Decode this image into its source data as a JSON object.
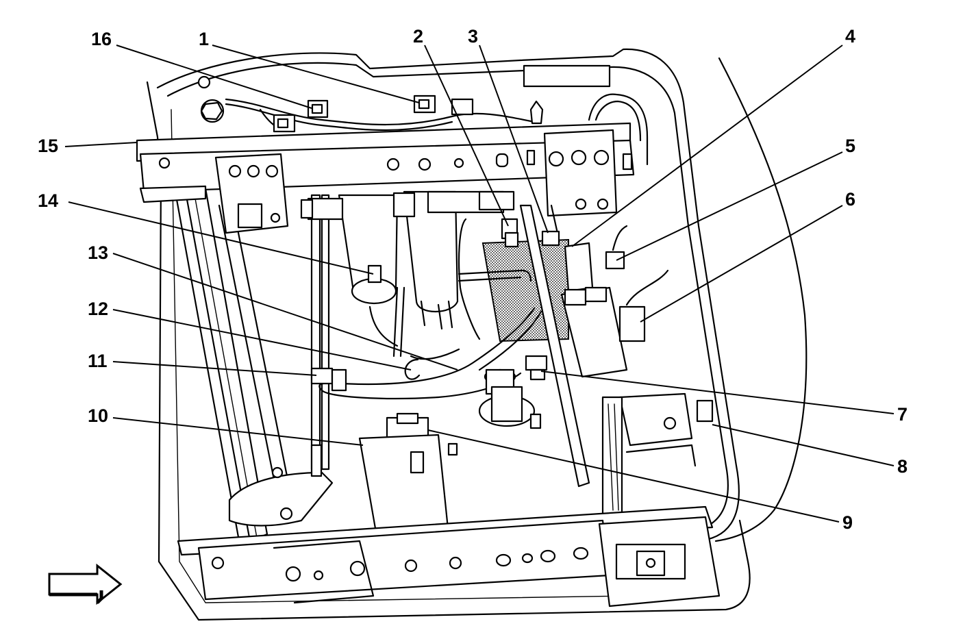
{
  "callouts": [
    {
      "id": "callout-1",
      "label": "1"
    },
    {
      "id": "callout-2",
      "label": "2"
    },
    {
      "id": "callout-3",
      "label": "3"
    },
    {
      "id": "callout-4",
      "label": "4"
    },
    {
      "id": "callout-5",
      "label": "5"
    },
    {
      "id": "callout-6",
      "label": "6"
    },
    {
      "id": "callout-7",
      "label": "7"
    },
    {
      "id": "callout-8",
      "label": "8"
    },
    {
      "id": "callout-9",
      "label": "9"
    },
    {
      "id": "callout-10",
      "label": "10"
    },
    {
      "id": "callout-11",
      "label": "11"
    },
    {
      "id": "callout-12",
      "label": "12"
    },
    {
      "id": "callout-13",
      "label": "13"
    },
    {
      "id": "callout-14",
      "label": "14"
    },
    {
      "id": "callout-15",
      "label": "15"
    },
    {
      "id": "callout-16",
      "label": "16"
    }
  ],
  "icons": {
    "direction_arrow": "arrow-right-outline-icon"
  },
  "colors": {
    "line": "#000000",
    "background": "#ffffff",
    "stipple": "#b5b5b5"
  }
}
